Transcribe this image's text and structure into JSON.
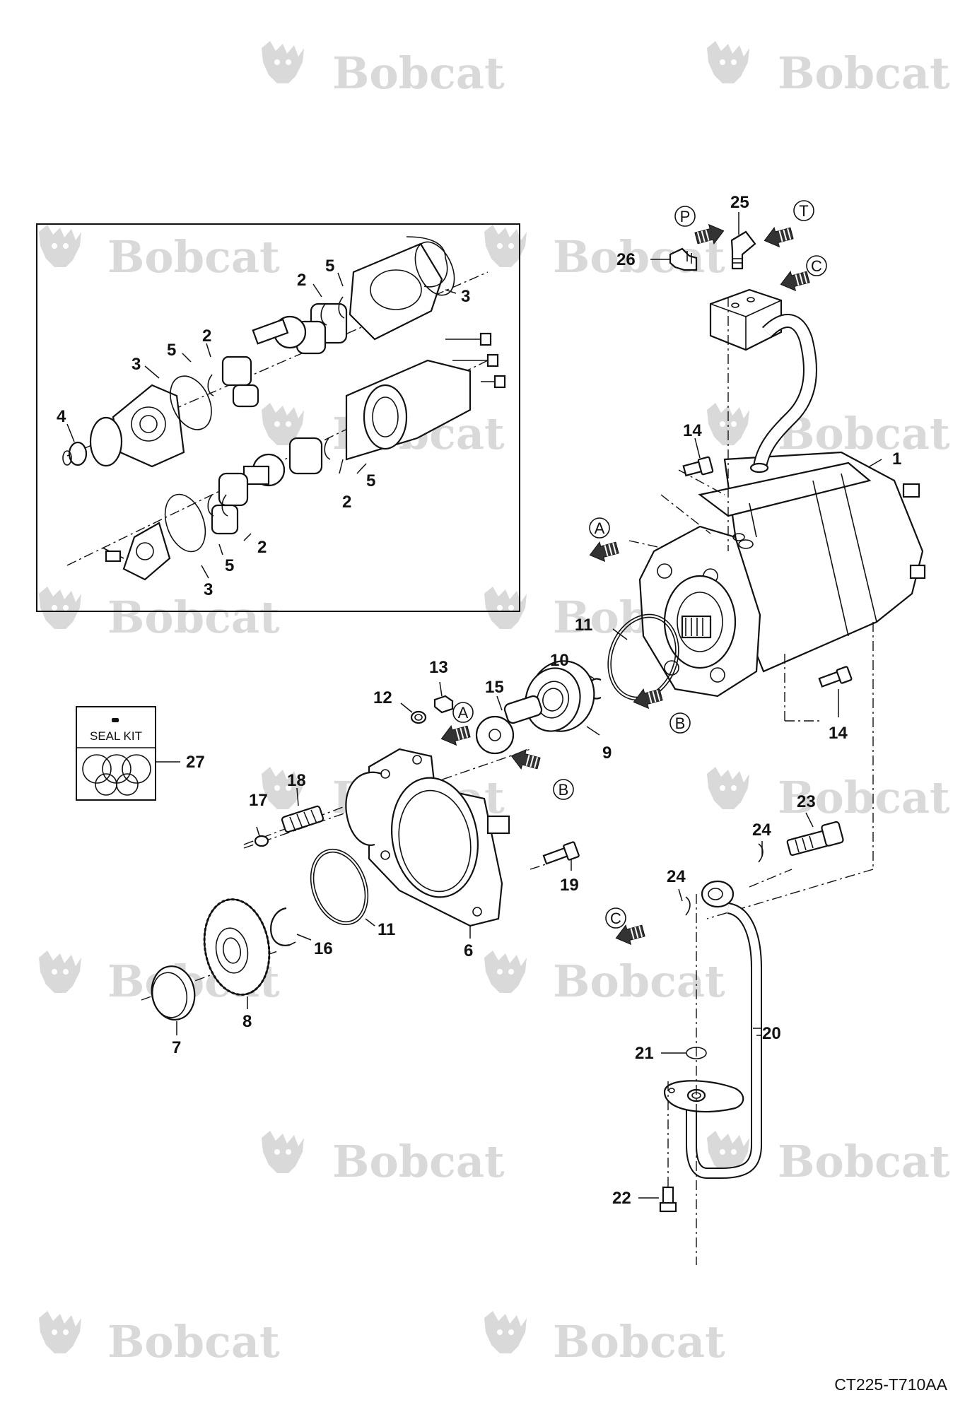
{
  "watermark": {
    "brand": "Bobcat",
    "color": "#d9d9d9"
  },
  "diagram_code": "CT225-T710AA",
  "seal_kit": {
    "title": "SEAL KIT",
    "number": "27"
  },
  "inset_labels": {
    "l2a": "2",
    "l5a": "5",
    "l3a": "3",
    "l5b": "5",
    "l2b": "2",
    "l3b": "3",
    "l4": "4",
    "l5c": "5",
    "l2c": "2",
    "l2d": "2",
    "l5d": "5",
    "l3c": "3"
  },
  "labels": {
    "l1": "1",
    "l6": "6",
    "l7": "7",
    "l8": "8",
    "l9": "9",
    "l10": "10",
    "l11a": "11",
    "l11b": "11",
    "l12": "12",
    "l13": "13",
    "l14a": "14",
    "l14b": "14",
    "l15": "15",
    "l16": "16",
    "l17": "17",
    "l18": "18",
    "l19": "19",
    "l20": "20",
    "l21": "21",
    "l22": "22",
    "l23": "23",
    "l24a": "24",
    "l24b": "24",
    "l25": "25",
    "l26": "26"
  },
  "refs": {
    "P": "P",
    "T": "T",
    "C1": "C",
    "C2": "C",
    "A1": "A",
    "A2": "A",
    "B1": "B",
    "B2": "B"
  },
  "icons": [
    "bobcat-logo-icon",
    "flow-arrow-icon",
    "o-ring-icon",
    "gear-icon"
  ]
}
